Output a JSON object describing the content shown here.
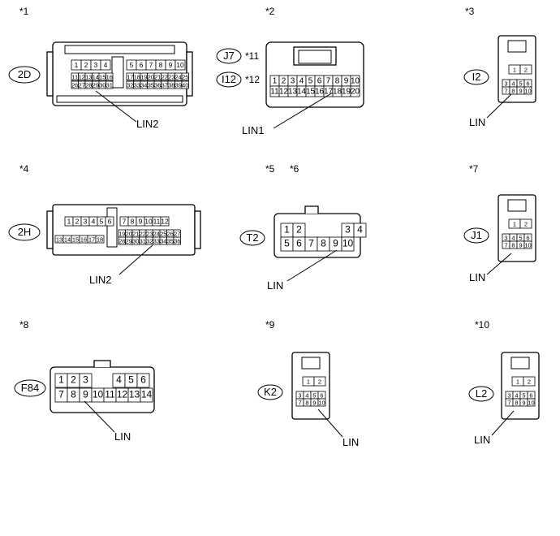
{
  "diagram": {
    "connectors": [
      {
        "ref": "*1",
        "tag": "2D",
        "callouts": [
          "LIN2"
        ],
        "rows": [
          [
            "1",
            "2",
            "3",
            "4",
            "",
            "5",
            "6",
            "7",
            "8",
            "9",
            "10"
          ],
          [
            "11",
            "12",
            "13",
            "14",
            "15",
            "16",
            "17",
            "18",
            "19",
            "20",
            "21",
            "22",
            "23",
            "24",
            "25"
          ],
          [
            "26",
            "27",
            "28",
            "29",
            "30",
            "31",
            "32",
            "33",
            "34",
            "35",
            "36",
            "37",
            "38",
            "39",
            "40"
          ]
        ]
      },
      {
        "ref": "*2",
        "tag": "",
        "tags": [
          "J7",
          "I12"
        ],
        "tag_notes": [
          "*11",
          "*12"
        ],
        "callouts": [
          "LIN1"
        ],
        "rows": [
          [
            "1",
            "2",
            "3",
            "4",
            "5",
            "6",
            "7",
            "8",
            "9",
            "10"
          ],
          [
            "11",
            "12",
            "13",
            "14",
            "15",
            "16",
            "17",
            "18",
            "19",
            "20"
          ]
        ]
      },
      {
        "ref": "*3",
        "tag": "I2",
        "callouts": [
          "LIN"
        ],
        "rows": [
          [
            "1",
            "2"
          ],
          [
            "3",
            "4",
            "5",
            "6"
          ],
          [
            "7",
            "8",
            "9",
            "10"
          ]
        ]
      },
      {
        "ref": "*4",
        "tag": "2H",
        "callouts": [
          "LIN2"
        ],
        "rows": [
          [
            "1",
            "2",
            "3",
            "4",
            "5",
            "6",
            "7",
            "8",
            "9",
            "10",
            "11",
            "12"
          ],
          [
            "13",
            "14",
            "15",
            "16",
            "17",
            "18",
            "19",
            "20",
            "21",
            "22",
            "23",
            "24",
            "25",
            "26",
            "27"
          ],
          [
            "28",
            "29",
            "30",
            "31",
            "32",
            "33",
            "34",
            "35",
            "36"
          ]
        ]
      },
      {
        "ref": "*5",
        "ref2": "*6",
        "tag": "T2",
        "callouts": [
          "LIN"
        ],
        "rows": [
          [
            "1",
            "2",
            "3",
            "4"
          ],
          [
            "5",
            "6",
            "7",
            "8",
            "9",
            "10"
          ]
        ]
      },
      {
        "ref": "*7",
        "tag": "J1",
        "callouts": [
          "LIN"
        ],
        "rows": [
          [
            "1",
            "2"
          ],
          [
            "3",
            "4",
            "5",
            "6"
          ],
          [
            "7",
            "8",
            "9",
            "10"
          ]
        ]
      },
      {
        "ref": "*8",
        "tag": "F84",
        "callouts": [
          "LIN"
        ],
        "rows": [
          [
            "1",
            "2",
            "3",
            "4",
            "5",
            "6"
          ],
          [
            "7",
            "8",
            "9",
            "10",
            "11",
            "12",
            "13",
            "14"
          ]
        ]
      },
      {
        "ref": "*9",
        "tag": "K2",
        "callouts": [
          "LIN"
        ],
        "rows": [
          [
            "1",
            "2"
          ],
          [
            "3",
            "4",
            "5",
            "6"
          ],
          [
            "7",
            "8",
            "9",
            "10"
          ]
        ]
      },
      {
        "ref": "*10",
        "tag": "L2",
        "callouts": [
          "LIN"
        ],
        "rows": [
          [
            "1",
            "2"
          ],
          [
            "3",
            "4",
            "5",
            "6"
          ],
          [
            "7",
            "8",
            "9",
            "10"
          ]
        ]
      }
    ]
  }
}
